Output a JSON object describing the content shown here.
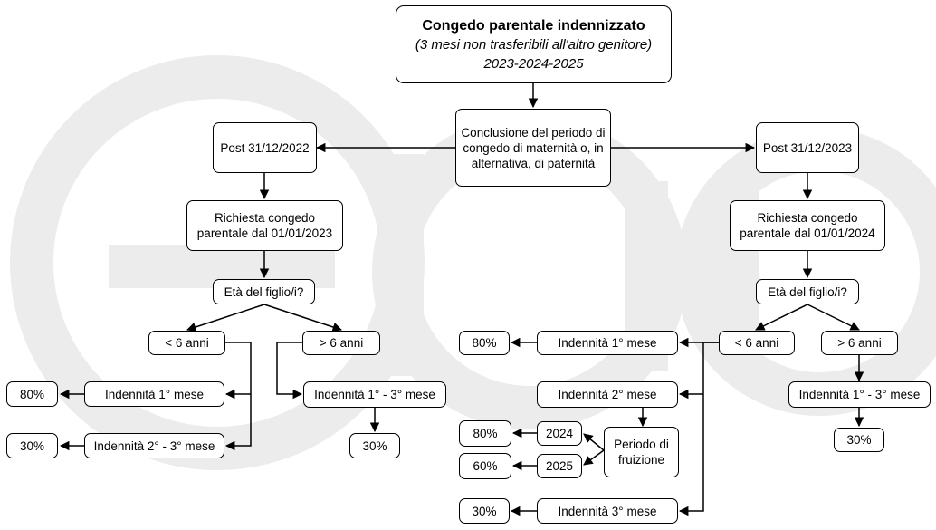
{
  "title": {
    "heading": "Congedo parentale indennizzato",
    "subtitle": "(3 mesi non trasferibili all'altro genitore)",
    "years": "2023-2024-2025"
  },
  "center": {
    "line1": "Conclusione del periodo di",
    "line2": "congedo di maternità o, in",
    "line3": "alternativa, di paternità"
  },
  "left": {
    "post": "Post 31/12/2022",
    "request_line1": "Richiesta congedo",
    "request_line2": "parentale dal 01/01/2023",
    "age_question": "Età del figlio/i?",
    "under6": "< 6 anni",
    "over6": "> 6 anni",
    "allowance_month1": "Indennità 1° mese",
    "allowance_month2_3": "Indennità 2° - 3° mese",
    "allowance_1_3": "Indennità 1° - 3° mese",
    "pct_month1": "80%",
    "pct_month2_3": "30%",
    "pct_over6": "30%"
  },
  "right": {
    "post": "Post 31/12/2023",
    "request_line1": "Richiesta congedo",
    "request_line2": "parentale dal 01/01/2024",
    "age_question": "Età del figlio/i?",
    "under6": "< 6 anni",
    "over6": "> 6 anni",
    "allowance_month1": "Indennità 1° mese",
    "allowance_month2": "Indennità 2° mese",
    "allowance_month3": "Indennità 3° mese",
    "allowance_1_3": "Indennità 1° - 3° mese",
    "period_line1": "Periodo di",
    "period_line2": "fruizione",
    "year_2024": "2024",
    "year_2025": "2025",
    "pct_month1": "80%",
    "pct_2024": "80%",
    "pct_2025": "60%",
    "pct_month3": "30%",
    "pct_over6": "30%"
  },
  "colors": {
    "line": "#000000",
    "watermark": "#ececec"
  }
}
